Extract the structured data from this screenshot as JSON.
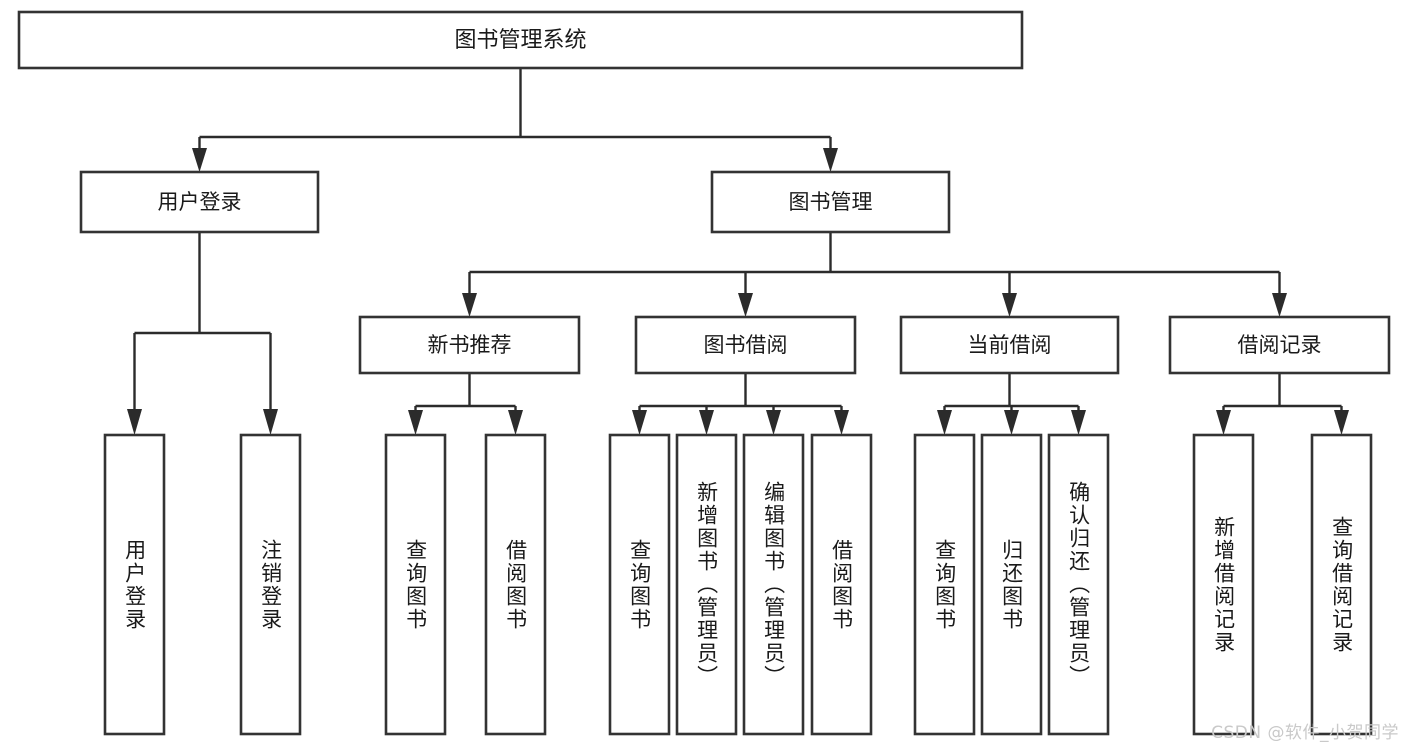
{
  "meta": {
    "title": "图书管理系统",
    "watermark": "CSDN @软件_小贺同学",
    "colors": {
      "background": "#ffffff",
      "box_fill": "#ffffff",
      "box_stroke": "#333333",
      "connector": "#2b2b2b",
      "text": "#1a1a1a",
      "watermark": "#c9c9c9"
    }
  },
  "chart_data": {
    "type": "diagram",
    "diagram_type": "tree-hierarchy",
    "title": "图书管理系统",
    "orientation": "top-down",
    "levels": 4,
    "root": {
      "label": "图书管理系统",
      "children": [
        {
          "label": "用户登录",
          "children": [
            {
              "label": "用户登录"
            },
            {
              "label": "注销登录"
            }
          ]
        },
        {
          "label": "图书管理",
          "children": [
            {
              "label": "新书推荐",
              "children": [
                {
                  "label": "查询图书"
                },
                {
                  "label": "借阅图书"
                }
              ]
            },
            {
              "label": "图书借阅",
              "children": [
                {
                  "label": "查询图书"
                },
                {
                  "label": "新增图书（管理员）"
                },
                {
                  "label": "编辑图书（管理员）"
                },
                {
                  "label": "借阅图书"
                }
              ]
            },
            {
              "label": "当前借阅",
              "children": [
                {
                  "label": "查询图书"
                },
                {
                  "label": "归还图书"
                },
                {
                  "label": "确认归还（管理员）"
                }
              ]
            },
            {
              "label": "借阅记录",
              "children": [
                {
                  "label": "新增借阅记录"
                },
                {
                  "label": "查询借阅记录"
                }
              ]
            }
          ]
        }
      ]
    }
  },
  "nodes": {
    "root": {
      "label": "图书管理系统"
    },
    "level2": {
      "user_login": {
        "label": "用户登录"
      },
      "book_manage": {
        "label": "图书管理"
      }
    },
    "level3": {
      "new_book_recommend": {
        "label": "新书推荐"
      },
      "book_borrow": {
        "label": "图书借阅"
      },
      "current_borrow": {
        "label": "当前借阅"
      },
      "borrow_record": {
        "label": "借阅记录"
      }
    },
    "leaves": {
      "user_login_1": {
        "label": "用户登录"
      },
      "user_login_2": {
        "label": "注销登录"
      },
      "recommend_1": {
        "label": "查询图书"
      },
      "recommend_2": {
        "label": "借阅图书"
      },
      "borrow_1": {
        "label": "查询图书"
      },
      "borrow_2": {
        "label": "新增图书（管理员）"
      },
      "borrow_3": {
        "label": "编辑图书（管理员）"
      },
      "borrow_4": {
        "label": "借阅图书"
      },
      "current_1": {
        "label": "查询图书"
      },
      "current_2": {
        "label": "归还图书"
      },
      "current_3": {
        "label": "确认归还（管理员）"
      },
      "record_1": {
        "label": "新增借阅记录"
      },
      "record_2": {
        "label": "查询借阅记录"
      }
    }
  }
}
